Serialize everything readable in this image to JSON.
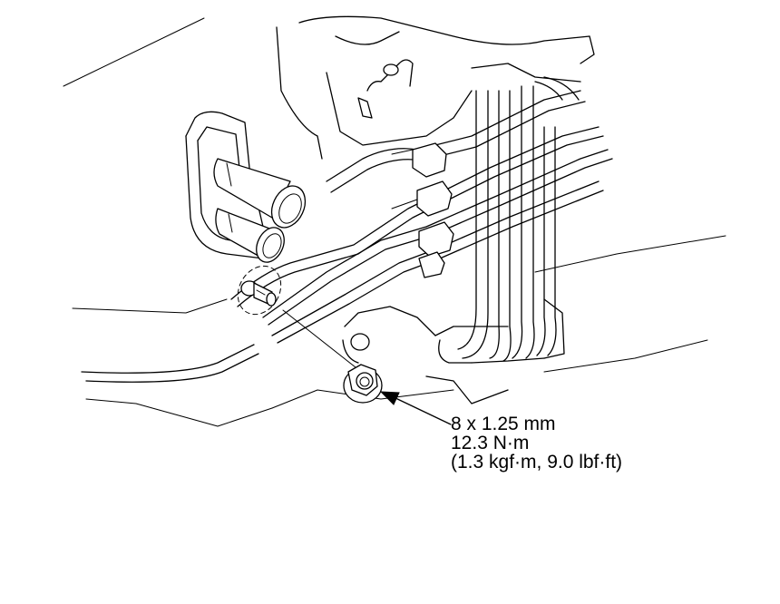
{
  "callout": {
    "thread_size": "8 x 1.25 mm",
    "torque_nm": "12.3 N·m",
    "torque_alt": "(1.3 kgf·m, 9.0 lbf·ft)"
  }
}
